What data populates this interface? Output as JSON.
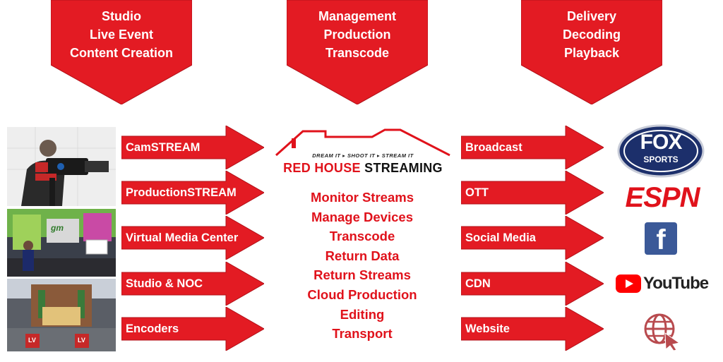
{
  "banners": [
    {
      "lines": [
        "Studio",
        "Live Event",
        "Content Creation"
      ]
    },
    {
      "lines": [
        "Management",
        "Production",
        "Transcode"
      ]
    },
    {
      "lines": [
        "Delivery",
        "Decoding",
        "Playback"
      ]
    }
  ],
  "left_arrows": [
    "CamSTREAM",
    "ProductionSTREAM",
    "Virtual Media Center",
    "Studio & NOC",
    "Encoders"
  ],
  "right_arrows": [
    "Broadcast",
    "OTT",
    "Social Media",
    "CDN",
    "Website"
  ],
  "logo": {
    "tagline": "DREAM IT ▸ SHOOT IT ▸ STREAM IT",
    "brand_red": "RED HOUSE",
    "brand_black": " STREAMING"
  },
  "center_list": [
    "Monitor Streams",
    "Manage Devices",
    "Transcode",
    "Return Data",
    "Return Streams",
    "Cloud Production",
    "Editing",
    "Transport"
  ],
  "right_logos": {
    "fox_top": "FOX",
    "fox_bottom": "SPORTS",
    "espn": "ESPN",
    "facebook": "f",
    "youtube": "YouTube"
  },
  "photo_texts": {
    "studio_sign": "gm",
    "stage_sign_1": "LV",
    "stage_sign_2": "LV"
  },
  "colors": {
    "red": "#e0121b",
    "banner_red": "#e31b23",
    "dark_red": "#b01018",
    "fox_navy": "#1c2f6b",
    "facebook_blue": "#3b5998",
    "youtube_red": "#ff0000",
    "web_icon": "#b84a4e"
  },
  "icons": [
    "globe-cursor-icon",
    "youtube-play-icon",
    "facebook-f-icon"
  ]
}
